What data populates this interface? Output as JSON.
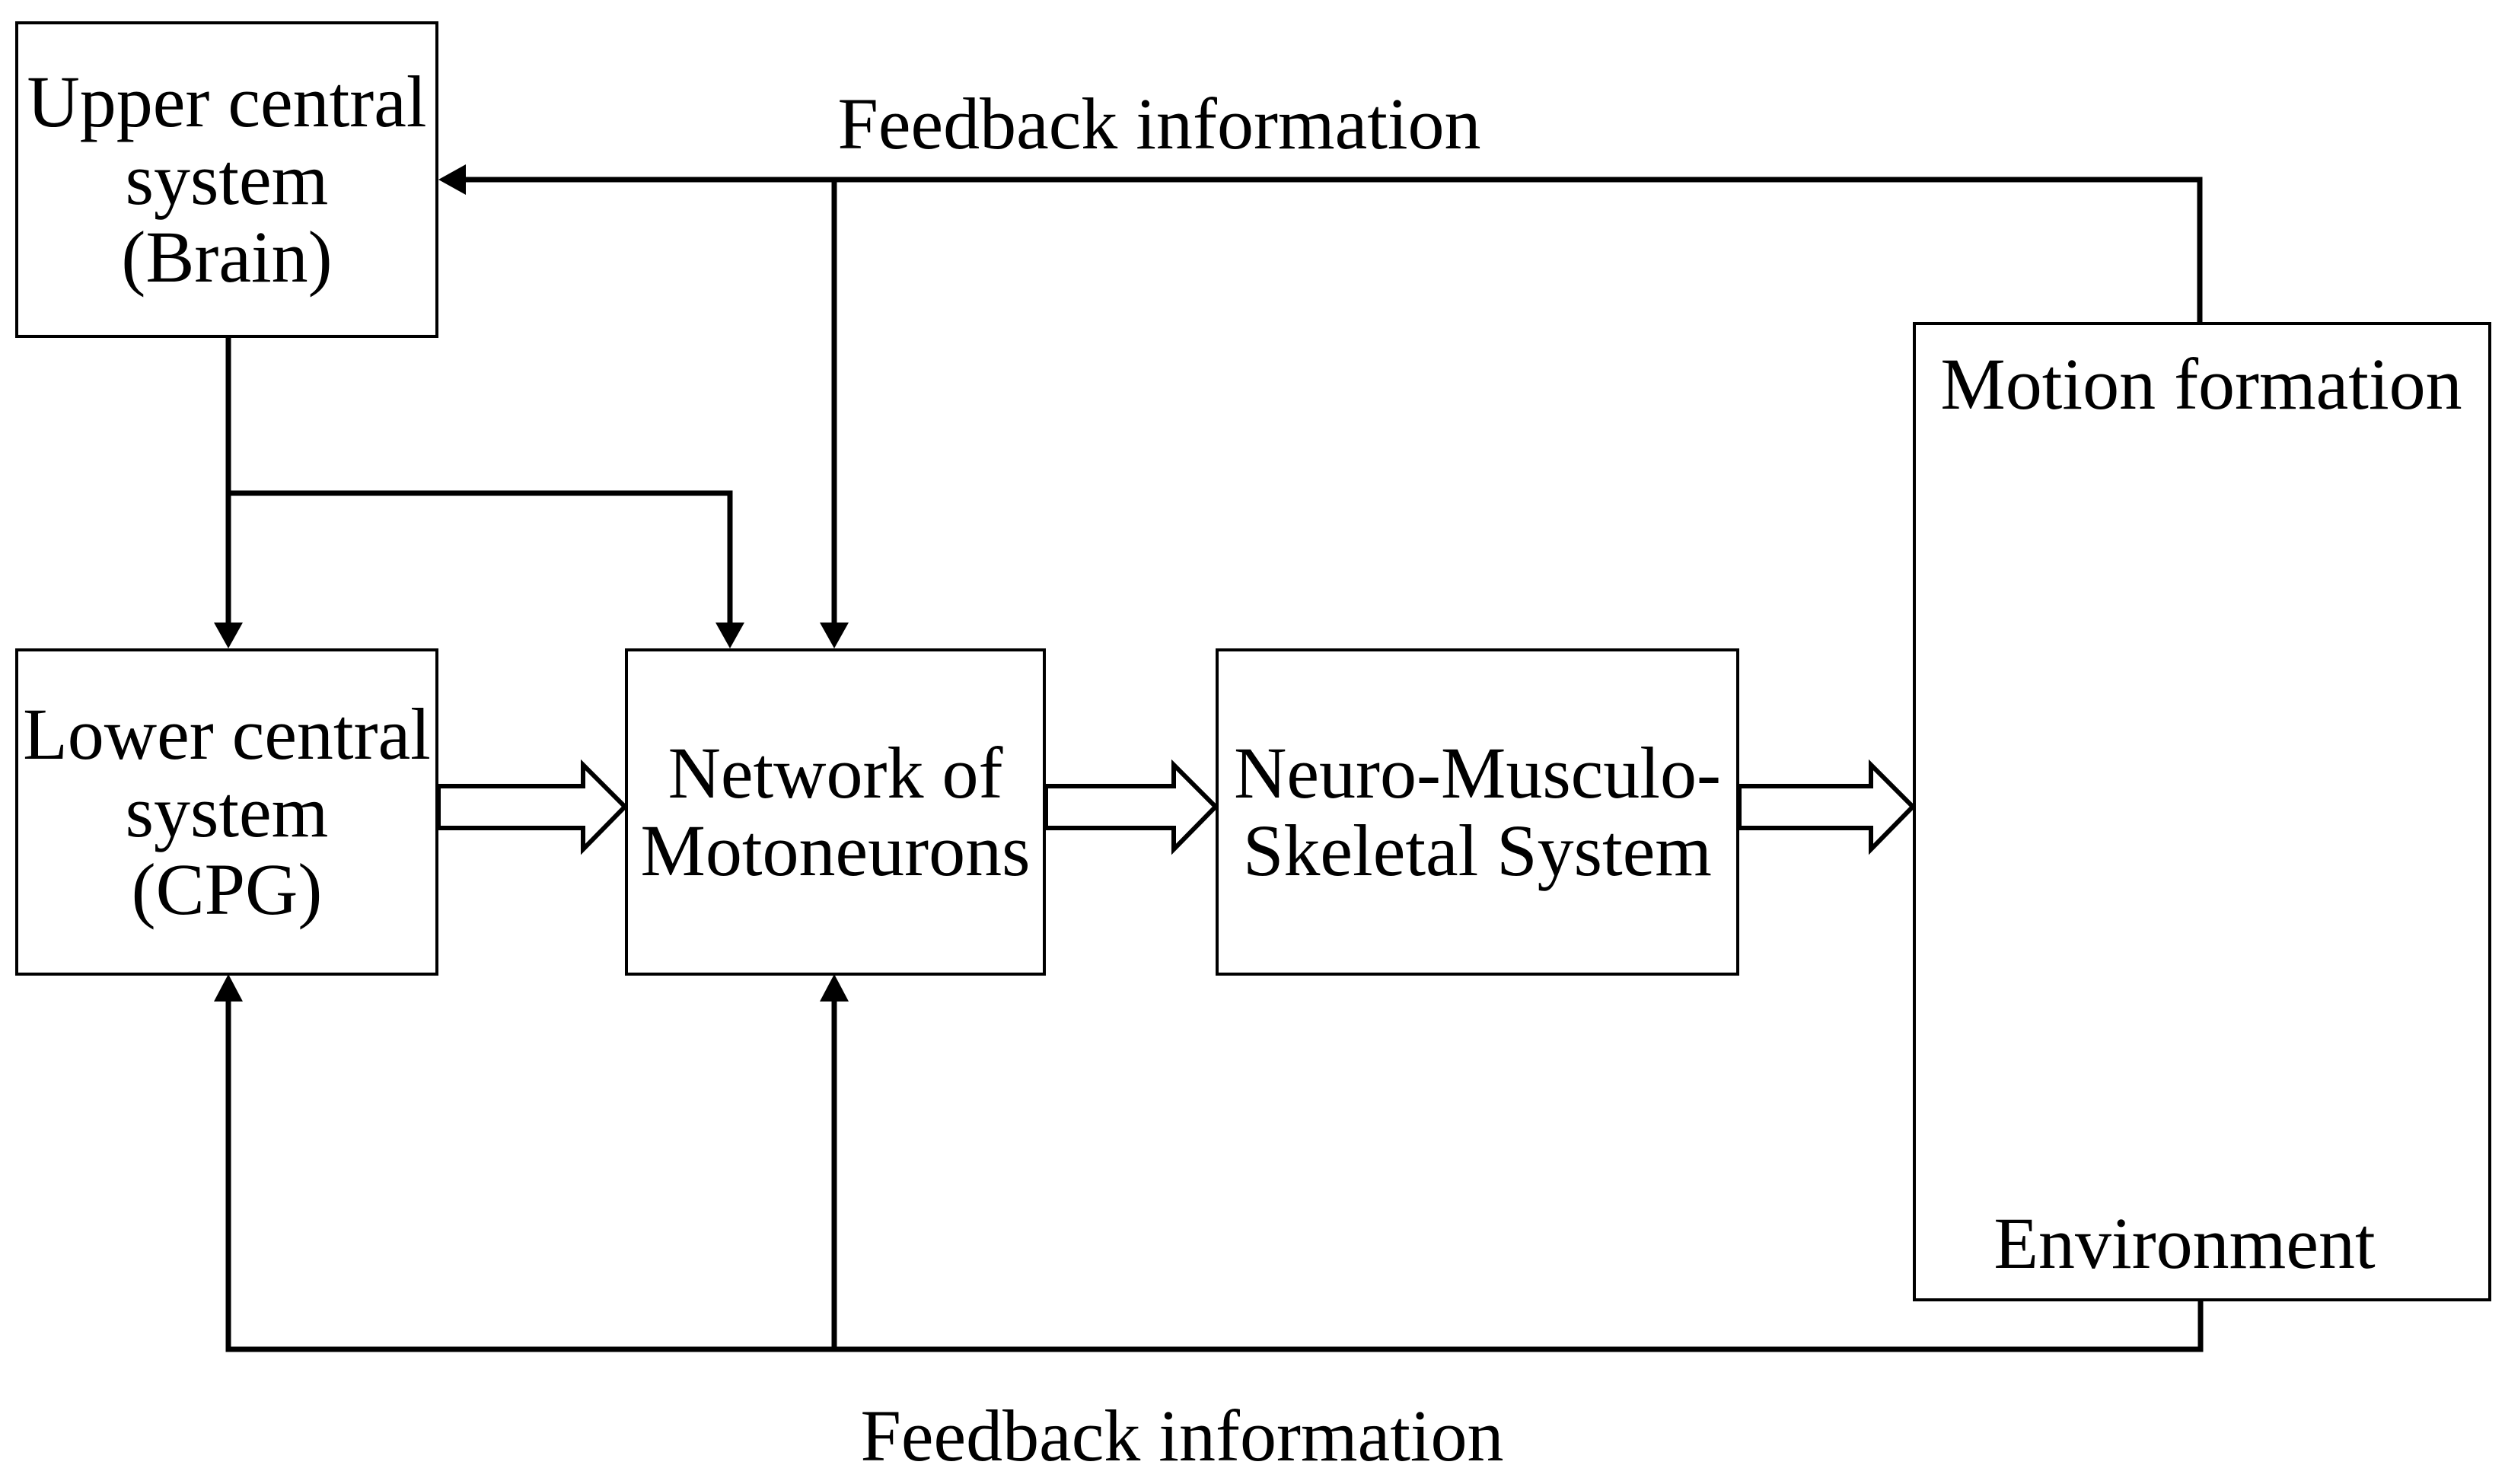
{
  "page": {
    "background_color": "#ffffff",
    "line_color": "#000000",
    "text_color": "#000000"
  },
  "diagram": {
    "boxes": {
      "upper_central": {
        "label": "Upper central\nsystem\n(Brain)"
      },
      "lower_central": {
        "label": "Lower central\nsystem\n(CPG)"
      },
      "motoneuron_network": {
        "label": "Network of\nMotoneurons"
      },
      "neuro_musculo": {
        "label": "Neuro-Musculo-\nSkeletal System"
      },
      "motion_formation": {
        "title": "Motion formation",
        "environment_label": "Environment"
      }
    },
    "labels": {
      "feedback_top": "Feedback information",
      "feedback_bottom": "Feedback information"
    },
    "connections": [
      {
        "from": "motion-formation",
        "to": "upper-central-system",
        "type": "solid-arrow",
        "label": "Feedback information"
      },
      {
        "from": "upper-central-system",
        "to": "lower-central-system",
        "type": "solid-arrow"
      },
      {
        "from": "upper-central-system",
        "to": "motoneuron-network",
        "type": "solid-arrow"
      },
      {
        "from": "feedback-top-line",
        "to": "motoneuron-network",
        "type": "solid-arrow"
      },
      {
        "from": "lower-central-system",
        "to": "motoneuron-network",
        "type": "hollow-arrow"
      },
      {
        "from": "motoneuron-network",
        "to": "neuro-musculo-skeletal-system",
        "type": "hollow-arrow"
      },
      {
        "from": "neuro-musculo-skeletal-system",
        "to": "motion-formation",
        "type": "hollow-arrow"
      },
      {
        "from": "motion-formation",
        "to": "lower-central-system",
        "type": "solid-arrow",
        "label": "Feedback information"
      },
      {
        "from": "motion-formation",
        "to": "motoneuron-network",
        "type": "solid-arrow"
      }
    ]
  }
}
